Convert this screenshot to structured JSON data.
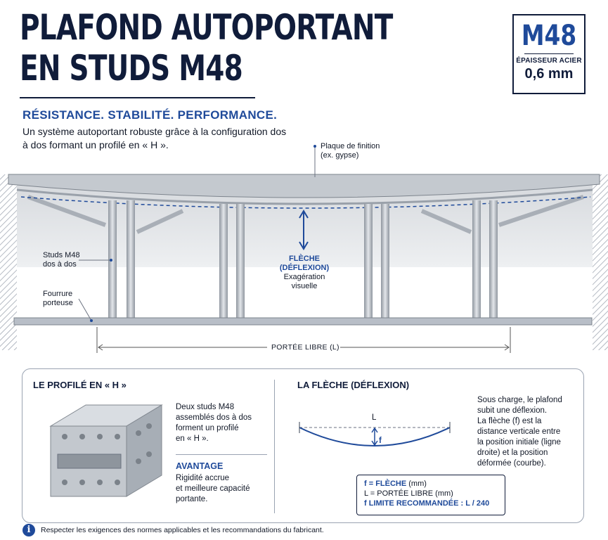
{
  "title": {
    "line1": "PLAFOND AUTOPORTANT",
    "line2": "EN STUDS M48"
  },
  "badge": {
    "model": "M48",
    "label": "ÉPAISSEUR ACIER",
    "value": "0,6 mm"
  },
  "tagline": "RÉSISTANCE. STABILITÉ. PERFORMANCE.",
  "intro": "Un système autoportant robuste grâce à la configuration dos à dos formant un profilé en « H ».",
  "diagram": {
    "plaque_line1": "Plaque de finition",
    "plaque_line2": "(ex. gypse)",
    "studs_line1": "Studs M48",
    "studs_line2": "dos à dos",
    "fourrure_line1": "Fourrure",
    "fourrure_line2": "porteuse",
    "fleche_title": "FLÈCHE",
    "fleche_sub": "(DÉFLEXION)",
    "fleche_note1": "Exagération",
    "fleche_note2": "visuelle",
    "portee": "PORTÉE LIBRE (L)"
  },
  "profile": {
    "heading": "LE PROFILÉ EN « H »",
    "line1": "Deux studs M48",
    "line2": "assemblés dos à dos",
    "line3": "forment un profilé",
    "line4": "en « H ».",
    "avantage": "AVANTAGE",
    "adv1": "Rigidité accrue",
    "adv2": "et meilleure capacité",
    "adv3": "portante."
  },
  "deflexion": {
    "heading": "LA FLÈCHE (DÉFLEXION)",
    "l_label": "L",
    "f_label": "f",
    "text1": "Sous charge, le plafond",
    "text2": "subit une déflexion.",
    "text3": "La flèche (f) est la",
    "text4": "distance verticale entre",
    "text5": "la position initiale (ligne",
    "text6": "droite) et la position",
    "text7": "déformée (courbe).",
    "legend_f_key": "f = FLÈCHE",
    "legend_f_unit": " (mm)",
    "legend_l": "L = PORTÉE LIBRE (mm)",
    "legend_limit": "f LIMITE RECOMMANDÉE : L / 240"
  },
  "footer": "Respecter les exigences des normes applicables et les recommandations du fabricant.",
  "colors": {
    "navy": "#101c3a",
    "accent": "#1f4a9a",
    "steel": "#b8bec7"
  },
  "icons": {
    "info": "info-icon"
  }
}
